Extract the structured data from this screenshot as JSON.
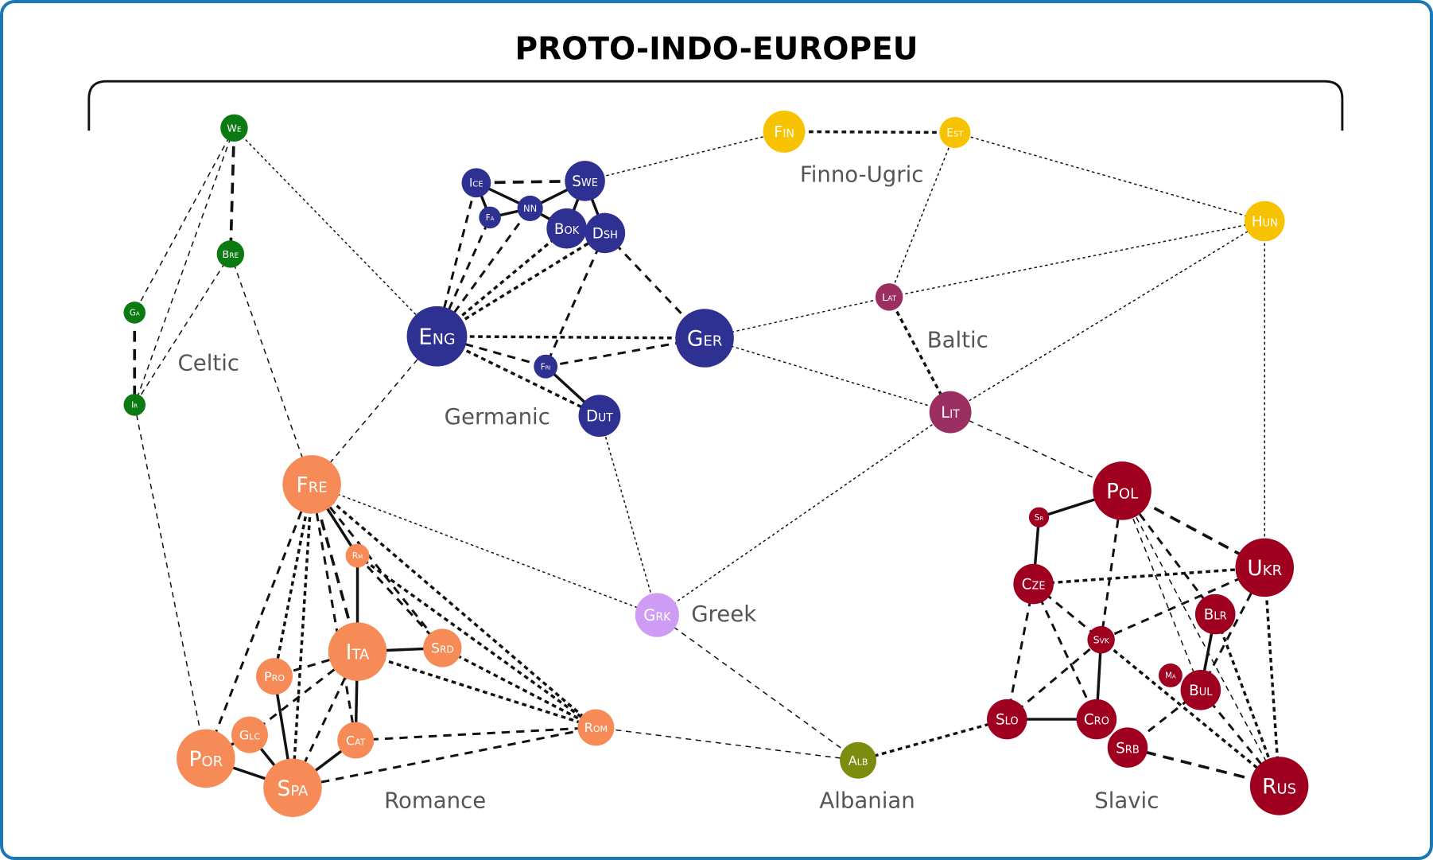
{
  "title": "PROTO-INDO-EUROPEU",
  "colors": {
    "celtic": "#0b7a12",
    "germanic": "#2e3192",
    "finno_ugric": "#f7c200",
    "baltic": "#9b2f62",
    "romance": "#f68b57",
    "greek": "#cf9cf5",
    "albanian": "#7b8c0e",
    "slavic": "#a0001f",
    "frame": "#1b78b4"
  },
  "groups": [
    {
      "id": "celtic",
      "label": "Celtic"
    },
    {
      "id": "germanic",
      "label": "Germanic"
    },
    {
      "id": "finno_ugric",
      "label": "Finno-Ugric"
    },
    {
      "id": "baltic",
      "label": "Baltic"
    },
    {
      "id": "greek",
      "label": "Greek"
    },
    {
      "id": "romance",
      "label": "Romance"
    },
    {
      "id": "albanian",
      "label": "Albanian"
    },
    {
      "id": "slavic",
      "label": "Slavic"
    }
  ],
  "nodes": [
    {
      "id": "We",
      "label": "We",
      "group": "celtic"
    },
    {
      "id": "Bre",
      "label": "Bre",
      "group": "celtic"
    },
    {
      "id": "Ga",
      "label": "Ga",
      "group": "celtic"
    },
    {
      "id": "Ir",
      "label": "Ir",
      "group": "celtic"
    },
    {
      "id": "ICE",
      "label": "Ice",
      "group": "germanic"
    },
    {
      "id": "SWE",
      "label": "Swe",
      "group": "germanic"
    },
    {
      "id": "NN",
      "label": "NN",
      "group": "germanic"
    },
    {
      "id": "Fa",
      "label": "Fa",
      "group": "germanic"
    },
    {
      "id": "BOK",
      "label": "Bok",
      "group": "germanic"
    },
    {
      "id": "DSH",
      "label": "Dsh",
      "group": "germanic"
    },
    {
      "id": "ENG",
      "label": "Eng",
      "group": "germanic"
    },
    {
      "id": "GER",
      "label": "Ger",
      "group": "germanic"
    },
    {
      "id": "Fri",
      "label": "Fri",
      "group": "germanic"
    },
    {
      "id": "DUT",
      "label": "Dut",
      "group": "germanic"
    },
    {
      "id": "FIN",
      "label": "Fin",
      "group": "finno_ugric"
    },
    {
      "id": "Est",
      "label": "Est",
      "group": "finno_ugric"
    },
    {
      "id": "HUN",
      "label": "Hun",
      "group": "finno_ugric"
    },
    {
      "id": "Lat",
      "label": "Lat",
      "group": "baltic"
    },
    {
      "id": "LIT",
      "label": "Lit",
      "group": "baltic"
    },
    {
      "id": "FRE",
      "label": "Fre",
      "group": "romance"
    },
    {
      "id": "Rm",
      "label": "Rm",
      "group": "romance"
    },
    {
      "id": "ITA",
      "label": "Ita",
      "group": "romance"
    },
    {
      "id": "SRD",
      "label": "Srd",
      "group": "romance"
    },
    {
      "id": "PRO",
      "label": "Pro",
      "group": "romance"
    },
    {
      "id": "GLC",
      "label": "Glc",
      "group": "romance"
    },
    {
      "id": "CAT",
      "label": "Cat",
      "group": "romance"
    },
    {
      "id": "POR",
      "label": "Por",
      "group": "romance"
    },
    {
      "id": "SPA",
      "label": "Spa",
      "group": "romance"
    },
    {
      "id": "ROM",
      "label": "Rom",
      "group": "romance"
    },
    {
      "id": "GRK",
      "label": "Grk",
      "group": "greek"
    },
    {
      "id": "ALB",
      "label": "Alb",
      "group": "albanian"
    },
    {
      "id": "POL",
      "label": "Pol",
      "group": "slavic"
    },
    {
      "id": "Sr",
      "label": "Sr",
      "group": "slavic"
    },
    {
      "id": "UKR",
      "label": "Ukr",
      "group": "slavic"
    },
    {
      "id": "CZE",
      "label": "Cze",
      "group": "slavic"
    },
    {
      "id": "BLR",
      "label": "Blr",
      "group": "slavic"
    },
    {
      "id": "SVK",
      "label": "Svk",
      "group": "slavic"
    },
    {
      "id": "Ma",
      "label": "Ma",
      "group": "slavic"
    },
    {
      "id": "BUL",
      "label": "Bul",
      "group": "slavic"
    },
    {
      "id": "SLO",
      "label": "Slo",
      "group": "slavic"
    },
    {
      "id": "CRO",
      "label": "Cro",
      "group": "slavic"
    },
    {
      "id": "SRB",
      "label": "Srb",
      "group": "slavic"
    },
    {
      "id": "RUS",
      "label": "Rus",
      "group": "slavic"
    }
  ],
  "edges": [
    [
      "We",
      "Bre",
      "long-dash"
    ],
    [
      "Ga",
      "Ir",
      "long-dash"
    ],
    [
      "We",
      "Ga",
      "thin-dash"
    ],
    [
      "We",
      "Ir",
      "thin-dash"
    ],
    [
      "Bre",
      "Ir",
      "thin-dash"
    ],
    [
      "We",
      "ENG",
      "thin-dot"
    ],
    [
      "Bre",
      "FRE",
      "thin-dash"
    ],
    [
      "Ir",
      "POR",
      "thin-dash"
    ],
    [
      "ICE",
      "SWE",
      "long-dash"
    ],
    [
      "ICE",
      "NN",
      "solid"
    ],
    [
      "ICE",
      "Fa",
      "solid"
    ],
    [
      "Fa",
      "NN",
      "solid"
    ],
    [
      "NN",
      "SWE",
      "solid"
    ],
    [
      "NN",
      "BOK",
      "solid"
    ],
    [
      "SWE",
      "BOK",
      "solid"
    ],
    [
      "SWE",
      "DSH",
      "solid"
    ],
    [
      "ENG",
      "ICE",
      "dash"
    ],
    [
      "ENG",
      "Fa",
      "dash"
    ],
    [
      "ENG",
      "NN",
      "dash"
    ],
    [
      "ENG",
      "BOK",
      "short-dash"
    ],
    [
      "ENG",
      "DSH",
      "short-dash"
    ],
    [
      "DSH",
      "GER",
      "dash"
    ],
    [
      "DSH",
      "Fri",
      "dash"
    ],
    [
      "ENG",
      "GER",
      "short-dash"
    ],
    [
      "ENG",
      "Fri",
      "dash"
    ],
    [
      "Fri",
      "GER",
      "dash"
    ],
    [
      "ENG",
      "DUT",
      "short-dash"
    ],
    [
      "Fri",
      "DUT",
      "solid"
    ],
    [
      "SWE",
      "FIN",
      "thin-dot"
    ],
    [
      "ENG",
      "FRE",
      "thin-dash"
    ],
    [
      "GER",
      "Lat",
      "thin-dot"
    ],
    [
      "GER",
      "LIT",
      "thin-dot"
    ],
    [
      "DUT",
      "GRK",
      "thin-dot"
    ],
    [
      "FIN",
      "Est",
      "short-dash"
    ],
    [
      "Est",
      "HUN",
      "thin-dot"
    ],
    [
      "Est",
      "Lat",
      "thin-dot"
    ],
    [
      "Lat",
      "HUN",
      "thin-dot"
    ],
    [
      "LIT",
      "HUN",
      "thin-dot"
    ],
    [
      "HUN",
      "UKR",
      "thin-dot"
    ],
    [
      "Lat",
      "LIT",
      "short-dash"
    ],
    [
      "LIT",
      "POL",
      "thin-dash"
    ],
    [
      "LIT",
      "GRK",
      "thin-dot"
    ],
    [
      "FRE",
      "Rm",
      "solid"
    ],
    [
      "FRE",
      "ITA",
      "long-dash"
    ],
    [
      "FRE",
      "SRD",
      "dash"
    ],
    [
      "FRE",
      "ROM",
      "short-dash"
    ],
    [
      "FRE",
      "PRO",
      "short-dash"
    ],
    [
      "FRE",
      "SPA",
      "short-dash"
    ],
    [
      "FRE",
      "POR",
      "dash"
    ],
    [
      "FRE",
      "CAT",
      "dash"
    ],
    [
      "FRE",
      "GRK",
      "thin-dot"
    ],
    [
      "Rm",
      "ITA",
      "solid"
    ],
    [
      "Rm",
      "SRD",
      "dash"
    ],
    [
      "Rm",
      "ROM",
      "short-dash"
    ],
    [
      "ITA",
      "SRD",
      "solid"
    ],
    [
      "ITA",
      "ROM",
      "short-dash"
    ],
    [
      "ITA",
      "CAT",
      "solid"
    ],
    [
      "ITA",
      "SPA",
      "dash"
    ],
    [
      "ITA",
      "PRO",
      "dash"
    ],
    [
      "ITA",
      "GLC",
      "dash"
    ],
    [
      "SRD",
      "ROM",
      "short-dash"
    ],
    [
      "CAT",
      "SPA",
      "solid"
    ],
    [
      "CAT",
      "ROM",
      "dash"
    ],
    [
      "PRO",
      "SPA",
      "solid"
    ],
    [
      "GLC",
      "POR",
      "solid"
    ],
    [
      "GLC",
      "SPA",
      "solid"
    ],
    [
      "POR",
      "SPA",
      "solid"
    ],
    [
      "SPA",
      "ROM",
      "dash"
    ],
    [
      "ROM",
      "ALB",
      "thin-dash"
    ],
    [
      "GRK",
      "ALB",
      "thin-dash"
    ],
    [
      "ALB",
      "SLO",
      "short-dash"
    ],
    [
      "POL",
      "Sr",
      "solid"
    ],
    [
      "Sr",
      "CZE",
      "solid"
    ],
    [
      "POL",
      "UKR",
      "long-dash"
    ],
    [
      "POL",
      "SVK",
      "dash"
    ],
    [
      "POL",
      "BLR",
      "dash"
    ],
    [
      "POL",
      "BUL",
      "thin-dash"
    ],
    [
      "POL",
      "RUS",
      "thin-dash"
    ],
    [
      "CZE",
      "UKR",
      "short-dash"
    ],
    [
      "CZE",
      "SLO",
      "dash"
    ],
    [
      "CZE",
      "CRO",
      "dash"
    ],
    [
      "CZE",
      "SVK",
      "dash"
    ],
    [
      "SVK",
      "UKR",
      "dash"
    ],
    [
      "SVK",
      "CRO",
      "solid"
    ],
    [
      "SVK",
      "SLO",
      "dash"
    ],
    [
      "SVK",
      "RUS",
      "short-dash"
    ],
    [
      "SLO",
      "CRO",
      "solid"
    ],
    [
      "BLR",
      "BUL",
      "solid"
    ],
    [
      "BLR",
      "RUS",
      "short-dash"
    ],
    [
      "UKR",
      "RUS",
      "short-dash"
    ],
    [
      "UKR",
      "BUL",
      "dash"
    ],
    [
      "BUL",
      "SRB",
      "dash"
    ],
    [
      "BUL",
      "RUS",
      "dash"
    ],
    [
      "SRB",
      "RUS",
      "long-dash"
    ]
  ]
}
